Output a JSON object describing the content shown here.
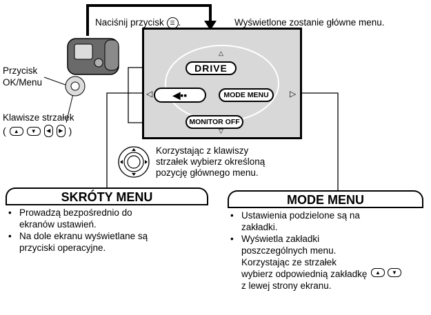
{
  "top_left_text": "Naciśnij przycisk",
  "top_right_text": "Wyświetlone zostanie główne menu.",
  "camera_label_button": "Przycisk\nOK/Menu",
  "camera_label_arrows": "Klawisze strzałek",
  "menu_screen": {
    "drive": "DRIVE",
    "mode_menu": "MODE MENU",
    "monitor_off": "MONITOR OFF"
  },
  "instruction": "Korzystając z klawiszy\nstrzałek wybierz określoną\npozycję głównego menu.",
  "left_section": {
    "title": "SKRÓTY MENU",
    "bullets": [
      "Prowadzą bezpośrednio do\nekranów ustawień.",
      "Na dole ekranu wyświetlane są\nprzyciski operacyjne."
    ]
  },
  "right_section": {
    "title": "MODE MENU",
    "bullets": [
      "Ustawienia podzielone są na\nzakładki.",
      "Wyświetla zakładki\nposzczególnych menu.\nKorzystając ze strzałek\nwybierz odpowiednią zakładkę\nz lewej strony ekranu."
    ]
  }
}
